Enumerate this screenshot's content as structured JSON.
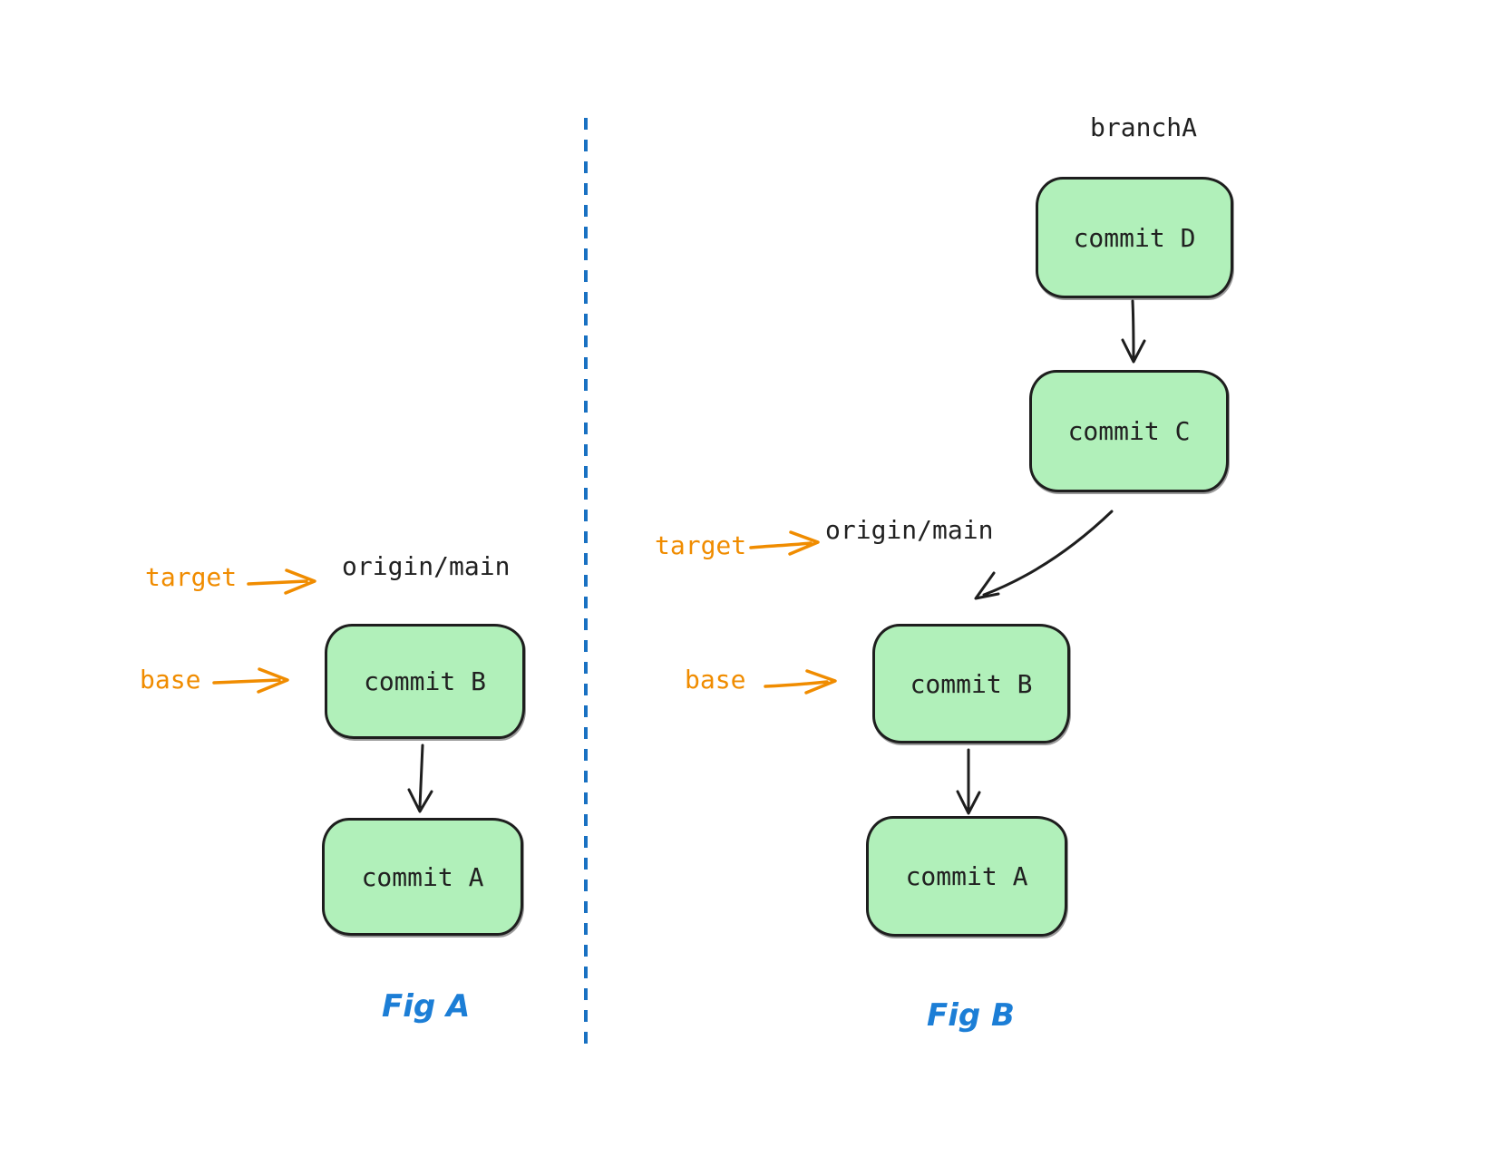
{
  "colors": {
    "background": "#ffffff",
    "node_fill": "#b1f0ba",
    "node_stroke": "#1e1e1e",
    "text_dark": "#212121",
    "accent_orange": "#f08c00",
    "caption_blue": "#1c7ed6",
    "divider_blue": "#1971c2"
  },
  "figures": [
    {
      "caption": "Fig A",
      "target_label": "target",
      "base_label": "base",
      "ref_label": "origin/main",
      "nodes": [
        {
          "id": "commit-b",
          "label": "commit B"
        },
        {
          "id": "commit-a",
          "label": "commit A"
        }
      ],
      "edges": [
        {
          "from": "commit B",
          "to": "commit A",
          "kind": "parent-pointer"
        },
        {
          "from": "target",
          "to": "origin/main",
          "kind": "annotation"
        },
        {
          "from": "base",
          "to": "commit B",
          "kind": "annotation"
        }
      ]
    },
    {
      "caption": "Fig B",
      "branch_label": "branchA",
      "target_label": "target",
      "base_label": "base",
      "ref_label": "origin/main",
      "nodes": [
        {
          "id": "commit-d",
          "label": "commit D"
        },
        {
          "id": "commit-c",
          "label": "commit C"
        },
        {
          "id": "commit-b",
          "label": "commit B"
        },
        {
          "id": "commit-a",
          "label": "commit A"
        }
      ],
      "edges": [
        {
          "from": "commit D",
          "to": "commit C",
          "kind": "parent-pointer"
        },
        {
          "from": "commit C",
          "to": "commit B",
          "kind": "curved-parent-pointer"
        },
        {
          "from": "commit B",
          "to": "commit A",
          "kind": "parent-pointer"
        },
        {
          "from": "target",
          "to": "origin/main",
          "kind": "annotation"
        },
        {
          "from": "base",
          "to": "commit B",
          "kind": "annotation"
        }
      ]
    }
  ]
}
